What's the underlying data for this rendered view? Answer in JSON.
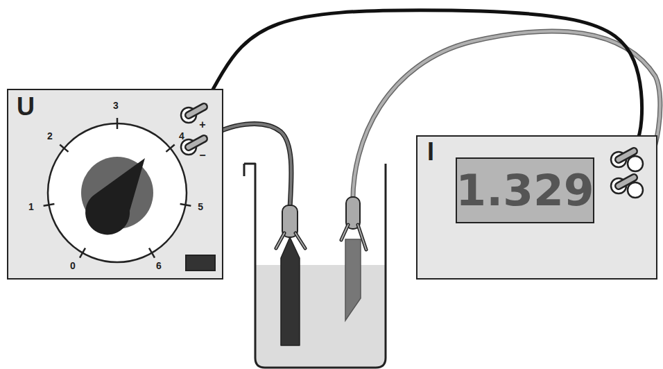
{
  "diagram": {
    "nodes": [
      {
        "text": [
          "U"
        ]
      },
      {
        "text": [
          "I"
        ]
      },
      {
        "text": [
          "1.329"
        ],
        "in": 1
      }
    ],
    "edges": [
      {
        "from": 0,
        "to": 1,
        "arrow": "none"
      }
    ],
    "labels": [
      "0",
      "1",
      "2",
      "3",
      "4",
      "5",
      "6",
      "+",
      "−"
    ]
  }
}
